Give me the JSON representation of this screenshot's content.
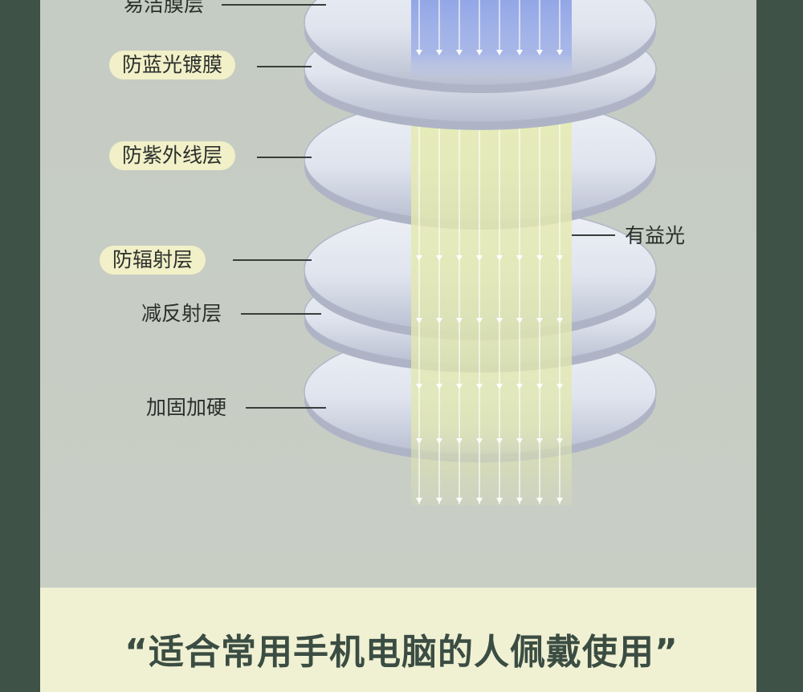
{
  "labels": {
    "easy_clean": "易洁膜层",
    "anti_blue": "防蓝光镀膜",
    "anti_uv": "防紫外线层",
    "useful_light": "有益光",
    "anti_radiation": "防辐射层",
    "anti_reflection": "减反射层",
    "hardening": "加固加硬"
  },
  "banner": {
    "quote": "“适合常用手机电脑的人佩戴使用”"
  },
  "colors": {
    "background": "#3e5247",
    "panel": "#c7cdc4",
    "banner": "#f0f1d3",
    "pill": "#f1f0c8",
    "blue_light": "#8ea3e6",
    "useful_light": "#e6ebb0",
    "quote_text": "#3b4d43"
  }
}
